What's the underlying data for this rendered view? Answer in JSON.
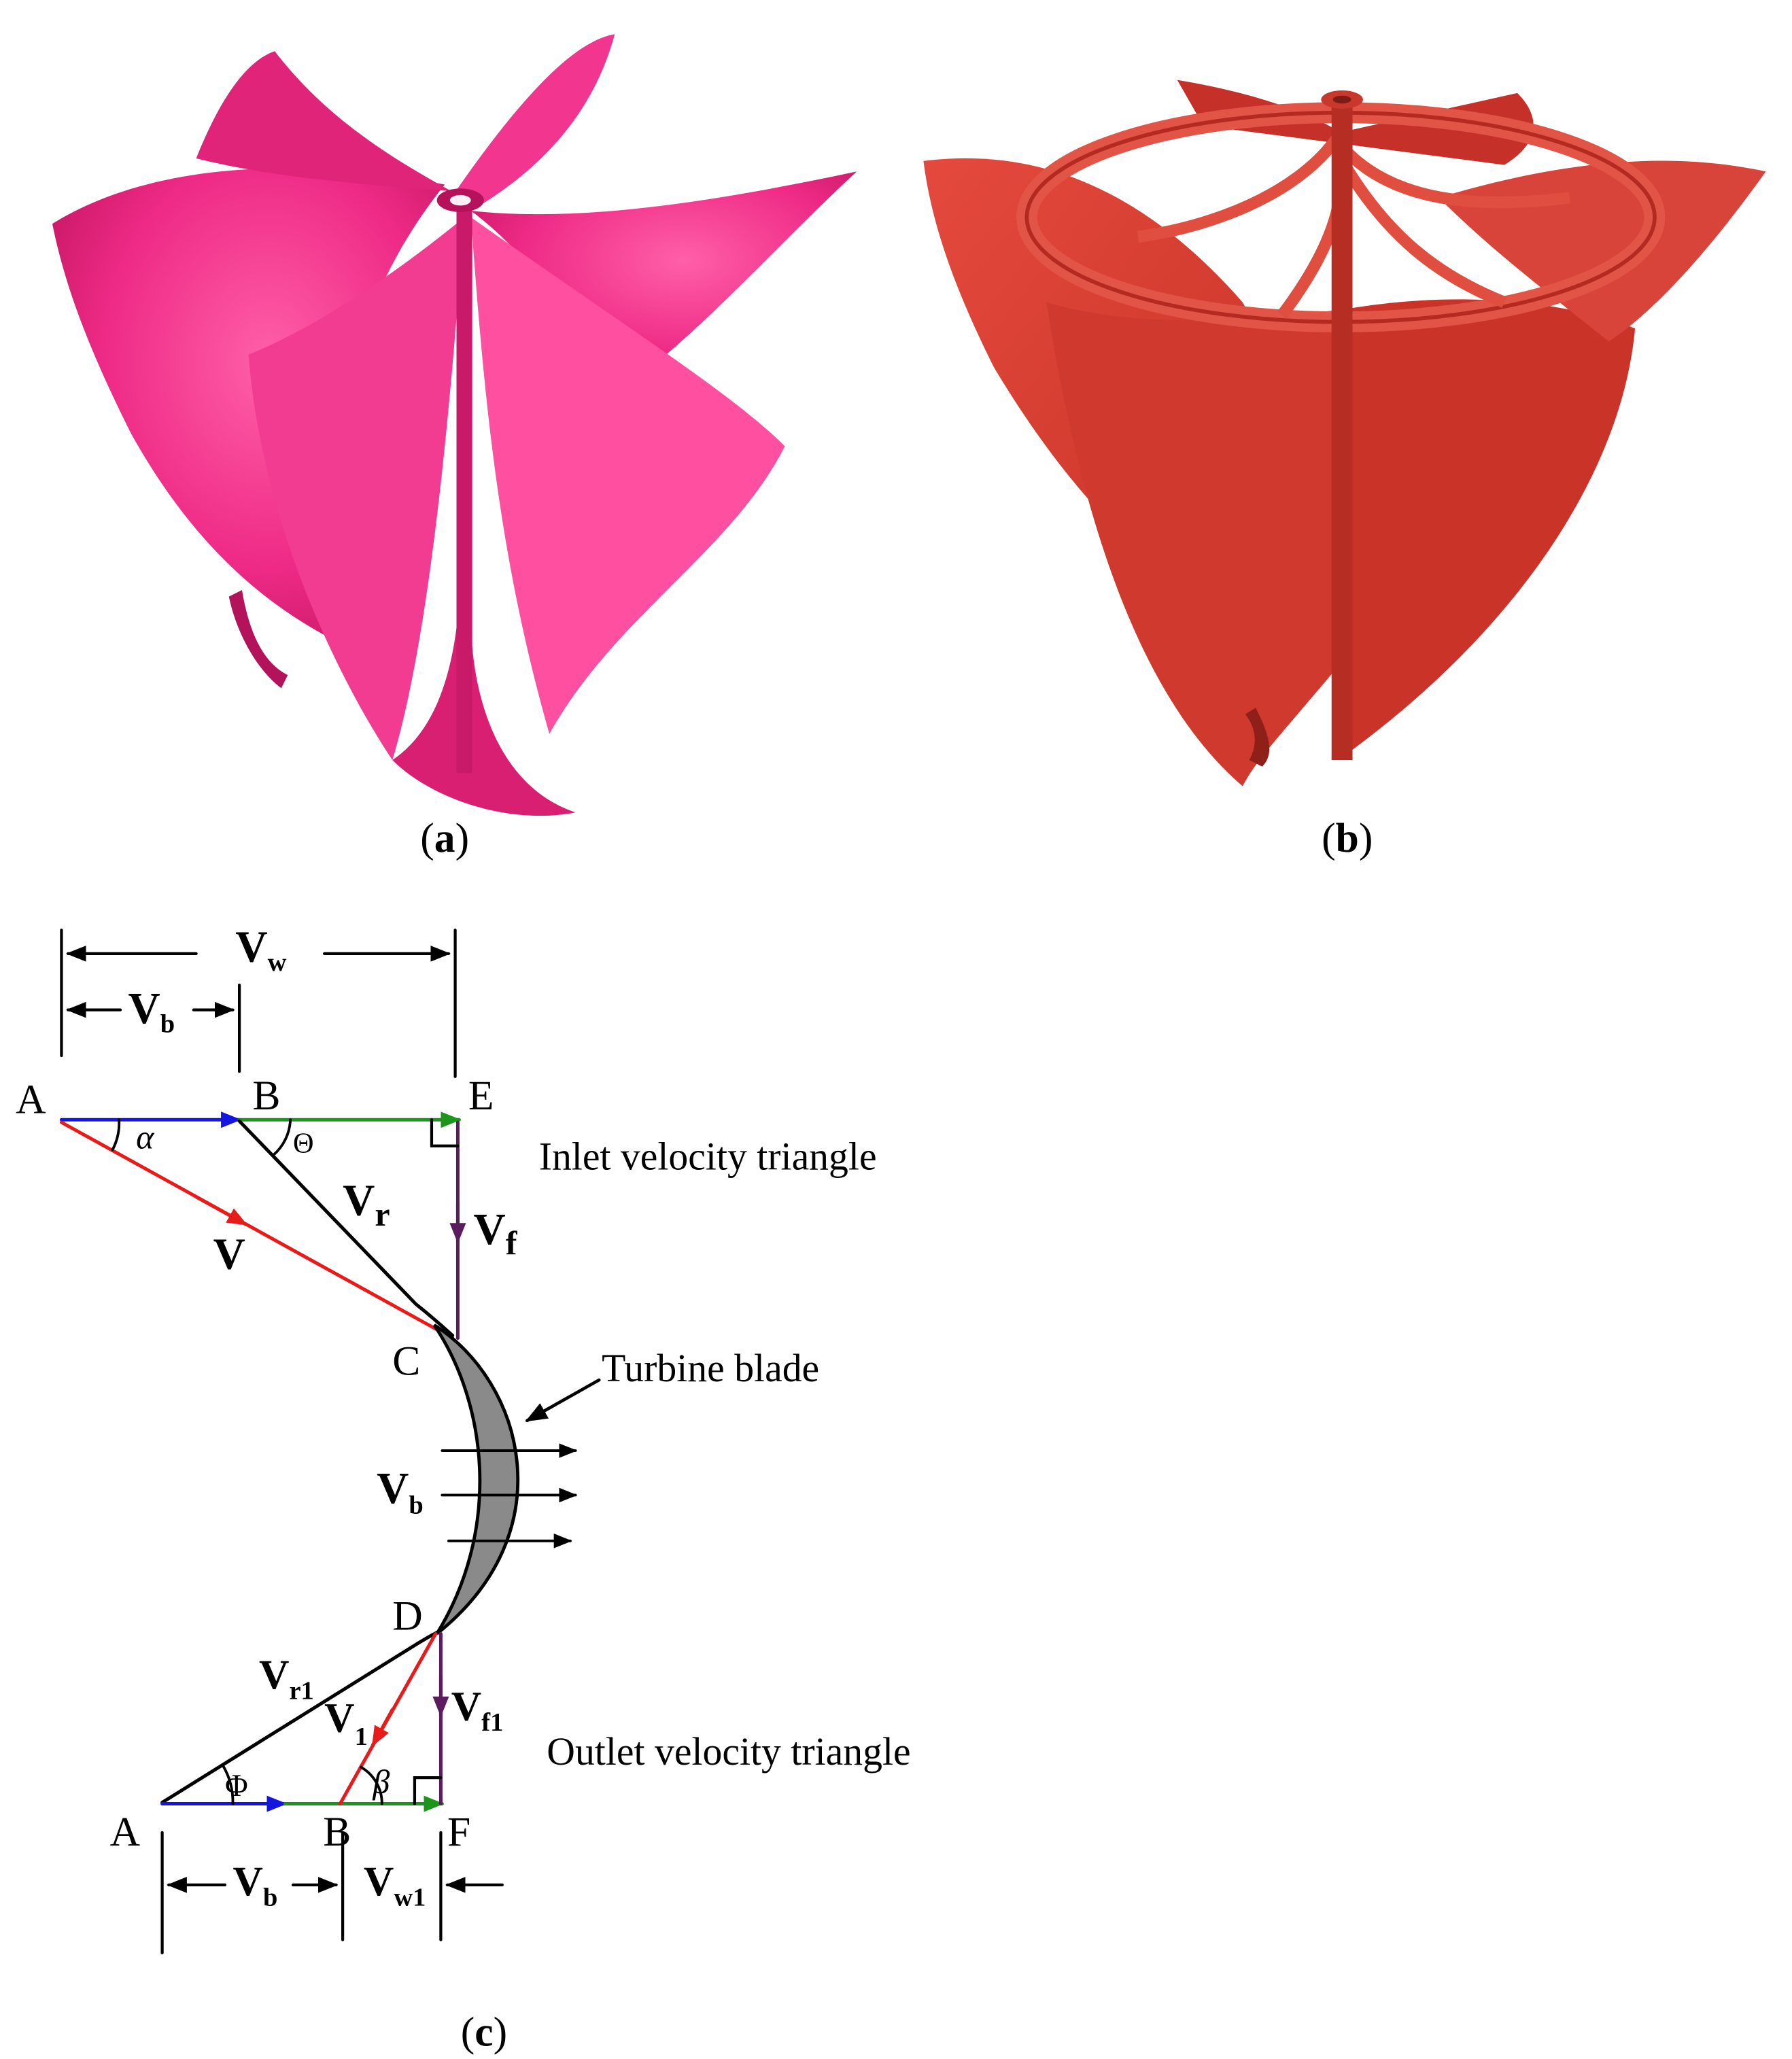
{
  "panels": {
    "a": {
      "open": "(",
      "letter": "a",
      "close": ")",
      "color": "#f0287e"
    },
    "b": {
      "open": "(",
      "letter": "b",
      "close": ")",
      "color": "#d8382e"
    },
    "c": {
      "open": "(",
      "letter": "c",
      "close": ")"
    }
  },
  "diagram": {
    "point_labels": {
      "A_top": "A",
      "B_top": "B",
      "E_top": "E",
      "C": "C",
      "D": "D",
      "A_bottom": "A",
      "B_bottom": "B",
      "F_bottom": "F"
    },
    "vectors": {
      "Vw": {
        "base": "V",
        "sub": "w"
      },
      "Vb_top": {
        "base": "V",
        "sub": "b"
      },
      "Vr": {
        "base": "V",
        "sub": "r"
      },
      "V": {
        "base": "V"
      },
      "Vf": {
        "base": "V",
        "sub": "f"
      },
      "Vb_mid": {
        "base": "V",
        "sub": "b"
      },
      "Vr1": {
        "base": "V",
        "sub": "r1"
      },
      "V1": {
        "base": "V",
        "sub": "1"
      },
      "Vf1": {
        "base": "V",
        "sub": "f1"
      },
      "Vb_bottom": {
        "base": "V",
        "sub": "b"
      },
      "Vw1": {
        "base": "V",
        "sub": "w1"
      }
    },
    "angles": {
      "alpha": "α",
      "theta": "Θ",
      "phi": "Φ",
      "beta": "β"
    },
    "annotations": {
      "inlet": "Inlet velocity triangle",
      "outlet": "Outlet velocity triangle",
      "blade": "Turbine blade"
    },
    "colors": {
      "blue": "#1515e0",
      "green": "#1b951b",
      "red": "#e81a1a",
      "purple": "#5a1c5e",
      "black": "#000000",
      "blade_fill": "#8a8a8a"
    }
  }
}
